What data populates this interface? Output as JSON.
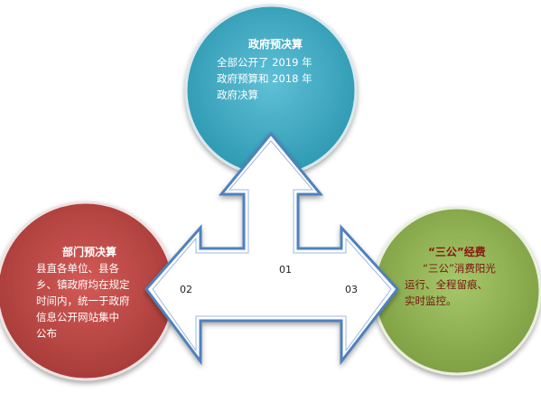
{
  "diagram": {
    "center": {
      "labels": {
        "up": "01",
        "left": "02",
        "right": "03"
      }
    },
    "nodes": {
      "top": {
        "title": "政府预决算",
        "lines": [
          "全部公开了 2019 年",
          "政府预算和 2018 年",
          "政府决算"
        ],
        "color": "#4aaec6"
      },
      "left": {
        "title": "部门预决算",
        "lines": [
          "县直各单位、县各",
          "乡、镇政府均在规定",
          "时间内，统一于政府",
          "信息公开网站集中",
          "公布"
        ],
        "color": "#c0504d"
      },
      "right": {
        "title": "“三公”经费",
        "lines": [
          "“三公”消费阳光",
          "运行、全程留痕、",
          "实时监控。"
        ],
        "color": "#9bbb59"
      }
    },
    "arrow": {
      "fill": "#ffffff",
      "stroke": "#4f81bd"
    }
  }
}
